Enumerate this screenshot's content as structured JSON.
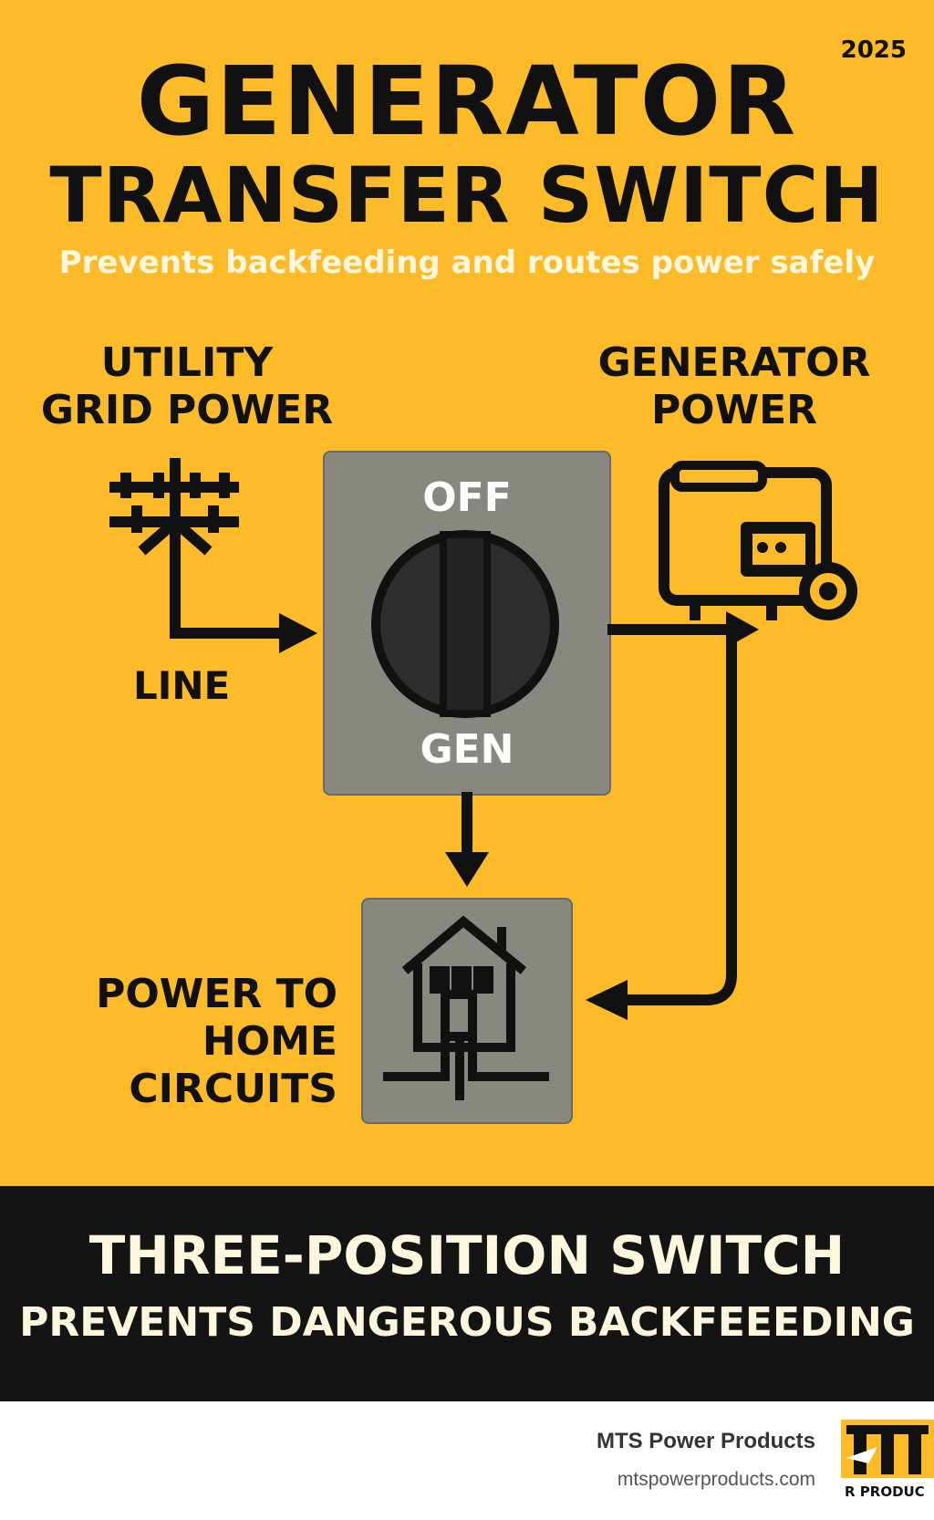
{
  "year": "2025",
  "title": {
    "line1": "GENERATOR",
    "line2": "TRANSFER SWITCH"
  },
  "subtitle": "Prevents backfeeding and routes power safely",
  "utility": {
    "line1": "UTILITY",
    "line2": "GRID POWER",
    "line_label": "LINE"
  },
  "generator": {
    "line1": "GENERATOR",
    "line2": "POWER"
  },
  "switch": {
    "off_label": "OFF",
    "gen_label": "GEN"
  },
  "home": {
    "line1": "POWER TO",
    "line2": "HOME",
    "line3": "CIRCUITS"
  },
  "banner": {
    "line1": "THREE-POSITION SWITCH",
    "line2": "PREVENTS DANGEROUS BACKFEEEDING"
  },
  "footer": {
    "brand_name": "MTS Power Products",
    "brand_url": "mtspowerproducts.com",
    "logo_text": "R PRODUC"
  },
  "colors": {
    "background": "#FDBB2A",
    "ink": "#111111",
    "panel": "#888880",
    "banner": "#141414",
    "text_light": "#FFF7DD"
  },
  "icons": [
    "utility-pole-icon",
    "generator-icon",
    "rotary-switch-icon",
    "house-icon",
    "arrow-icon",
    "mts-logo"
  ]
}
